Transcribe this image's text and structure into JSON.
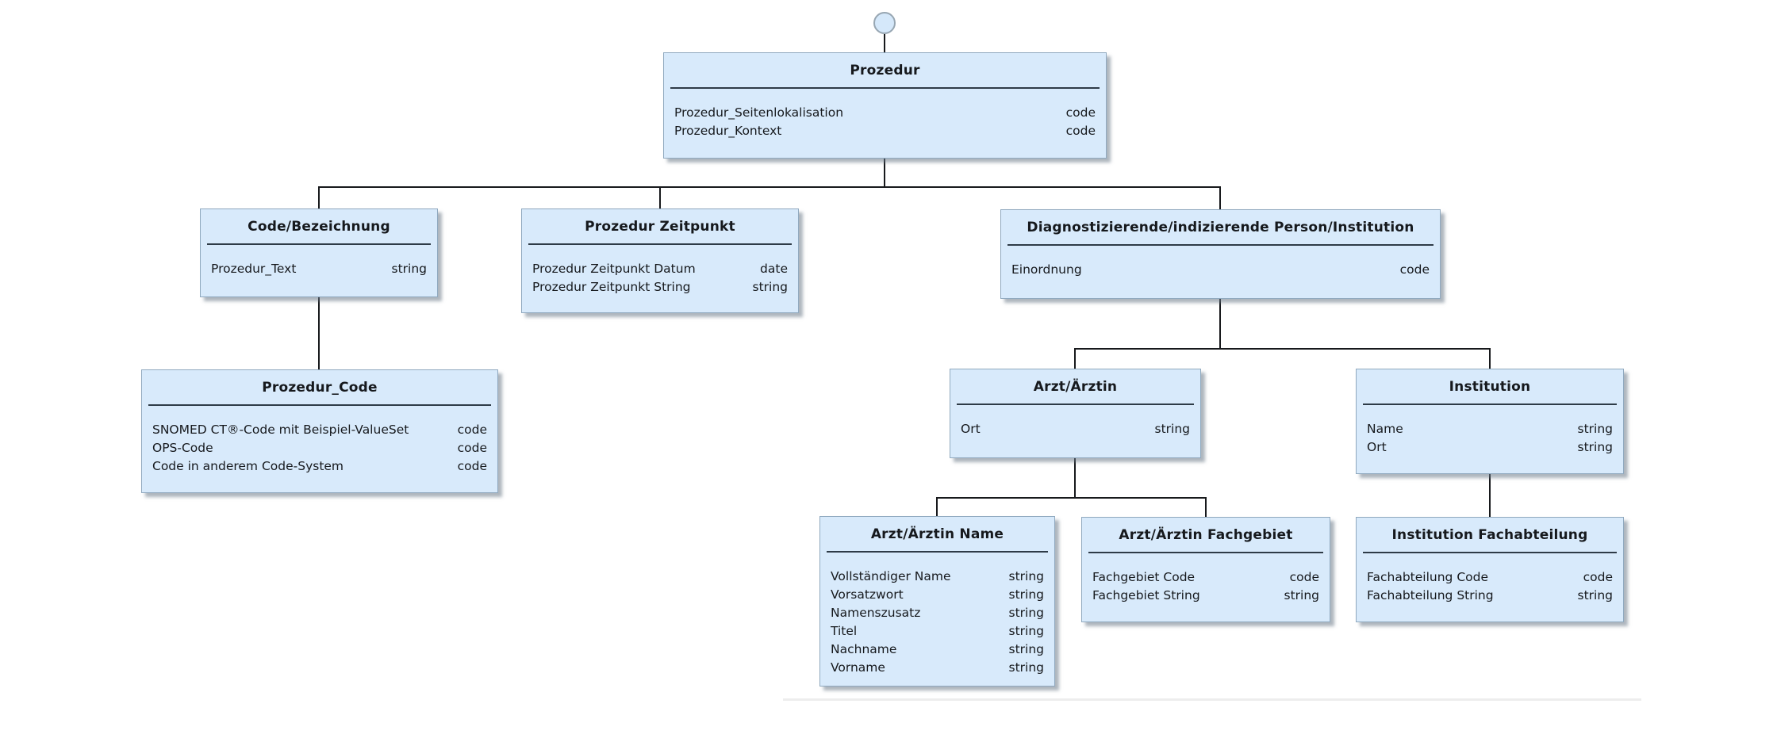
{
  "colors": {
    "box_fill": "#d8eafb",
    "box_border": "#90a9bf",
    "separator": "#2e3b47",
    "line": "#17191c",
    "circle_fill": "#d5e8fa",
    "circle_border": "#97a6b2",
    "shadow": "rgba(105,120,134,0.55)",
    "divider": "#ededed"
  },
  "nodes": [
    {
      "id": "prozedur",
      "title": "Prozedur",
      "attrs": [
        {
          "name": "Prozedur_Seitenlokalisation",
          "type": "code"
        },
        {
          "name": "Prozedur_Kontext",
          "type": "code"
        }
      ]
    },
    {
      "id": "code-bezeichnung",
      "title": "Code/Bezeichnung",
      "attrs": [
        {
          "name": "Prozedur_Text",
          "type": "string"
        }
      ]
    },
    {
      "id": "prozedur-zeitpunkt",
      "title": "Prozedur Zeitpunkt",
      "attrs": [
        {
          "name": "Prozedur Zeitpunkt Datum",
          "type": "date"
        },
        {
          "name": "Prozedur Zeitpunkt String",
          "type": "string"
        }
      ]
    },
    {
      "id": "diagnostizierende-person-institution",
      "title": "Diagnostizierende/indizierende Person/Institution",
      "attrs": [
        {
          "name": "Einordnung",
          "type": "code"
        }
      ]
    },
    {
      "id": "prozedur-code",
      "title": "Prozedur_Code",
      "attrs": [
        {
          "name": "SNOMED CT®-Code mit Beispiel-ValueSet",
          "type": "code"
        },
        {
          "name": "OPS-Code",
          "type": "code"
        },
        {
          "name": "Code in anderem Code-System",
          "type": "code"
        }
      ]
    },
    {
      "id": "arzt-aerztin",
      "title": "Arzt/Ärztin",
      "attrs": [
        {
          "name": "Ort",
          "type": "string"
        }
      ]
    },
    {
      "id": "institution",
      "title": "Institution",
      "attrs": [
        {
          "name": "Name",
          "type": "string"
        },
        {
          "name": "Ort",
          "type": "string"
        }
      ]
    },
    {
      "id": "arzt-aerztin-name",
      "title": "Arzt/Ärztin Name",
      "attrs": [
        {
          "name": "Vollständiger Name",
          "type": "string"
        },
        {
          "name": "Vorsatzwort",
          "type": "string"
        },
        {
          "name": "Namenszusatz",
          "type": "string"
        },
        {
          "name": "Titel",
          "type": "string"
        },
        {
          "name": "Nachname",
          "type": "string"
        },
        {
          "name": "Vorname",
          "type": "string"
        }
      ]
    },
    {
      "id": "arzt-aerztin-fachgebiet",
      "title": "Arzt/Ärztin Fachgebiet",
      "attrs": [
        {
          "name": "Fachgebiet Code",
          "type": "code"
        },
        {
          "name": "Fachgebiet String",
          "type": "string"
        }
      ]
    },
    {
      "id": "institution-fachabteilung",
      "title": "Institution Fachabteilung",
      "attrs": [
        {
          "name": "Fachabteilung Code",
          "type": "code"
        },
        {
          "name": "Fachabteilung String",
          "type": "string"
        }
      ]
    }
  ],
  "edges": [
    {
      "from": "Prozedur",
      "to": "Code/Bezeichnung"
    },
    {
      "from": "Prozedur",
      "to": "Prozedur Zeitpunkt"
    },
    {
      "from": "Prozedur",
      "to": "Diagnostizierende/indizierende Person/Institution"
    },
    {
      "from": "Code/Bezeichnung",
      "to": "Prozedur_Code"
    },
    {
      "from": "Diagnostizierende/indizierende Person/Institution",
      "to": "Arzt/Ärztin"
    },
    {
      "from": "Diagnostizierende/indizierende Person/Institution",
      "to": "Institution"
    },
    {
      "from": "Arzt/Ärztin",
      "to": "Arzt/Ärztin Name"
    },
    {
      "from": "Arzt/Ärztin",
      "to": "Arzt/Ärztin Fachgebiet"
    },
    {
      "from": "Institution",
      "to": "Institution Fachabteilung"
    }
  ]
}
